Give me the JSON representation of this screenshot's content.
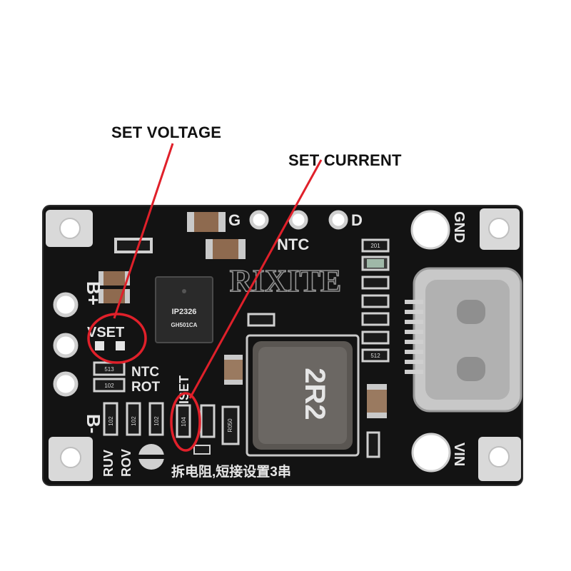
{
  "annotations": {
    "set_voltage": "SET VOLTAGE",
    "set_current": "SET CURRENT",
    "marker_color": "#e0202a"
  },
  "board": {
    "pcb_color": "#111111",
    "silkscreen_color": "#e6e6e6",
    "labels": {
      "b_plus": "B+",
      "b_minus": "B-",
      "vset": "VSET",
      "ntc_left": "NTC",
      "rot": "ROT",
      "ruv": "RUV",
      "rov": "ROV",
      "iset": "ISET",
      "ntc_top": "NTC",
      "g": "G",
      "d": "D",
      "gnd": "GND",
      "vin": "VIN",
      "bottom_text": "拆电阻,短接设置3串",
      "chip_marking_1": "IP2326",
      "chip_marking_2": "GH501CA",
      "inductor_marking": "2R2",
      "watermark": "RIXITE",
      "resistor_102": "102",
      "resistor_104": "104",
      "resistor_513": "513",
      "resistor_512": "512",
      "resistor_r050": "R050",
      "resistor_201": "201"
    }
  }
}
